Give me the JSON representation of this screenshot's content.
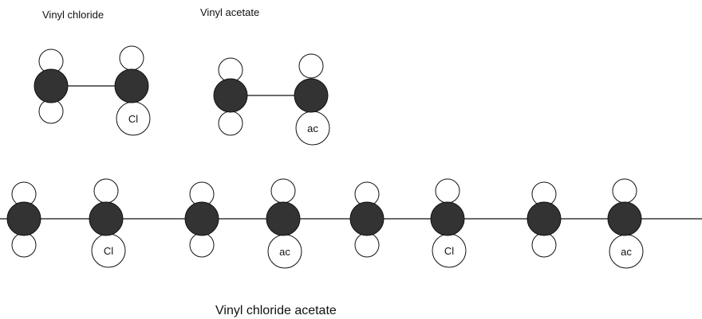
{
  "labels": {
    "vinyl_chloride": "Vinyl chloride",
    "vinyl_acetate": "Vinyl acetate",
    "copolymer": "Vinyl chloride acetate"
  },
  "monomers": [
    {
      "name_key": "vinyl_chloride",
      "substituent": "Cl"
    },
    {
      "name_key": "vinyl_acetate",
      "substituent": "ac"
    }
  ],
  "polymer_chain": {
    "substituents": [
      "",
      "Cl",
      "",
      "ac",
      "",
      "Cl",
      "",
      "ac"
    ]
  },
  "colors": {
    "carbon": "#333333",
    "hydrogen": "#ffffff",
    "outline": "#111111",
    "bond": "#111111"
  }
}
